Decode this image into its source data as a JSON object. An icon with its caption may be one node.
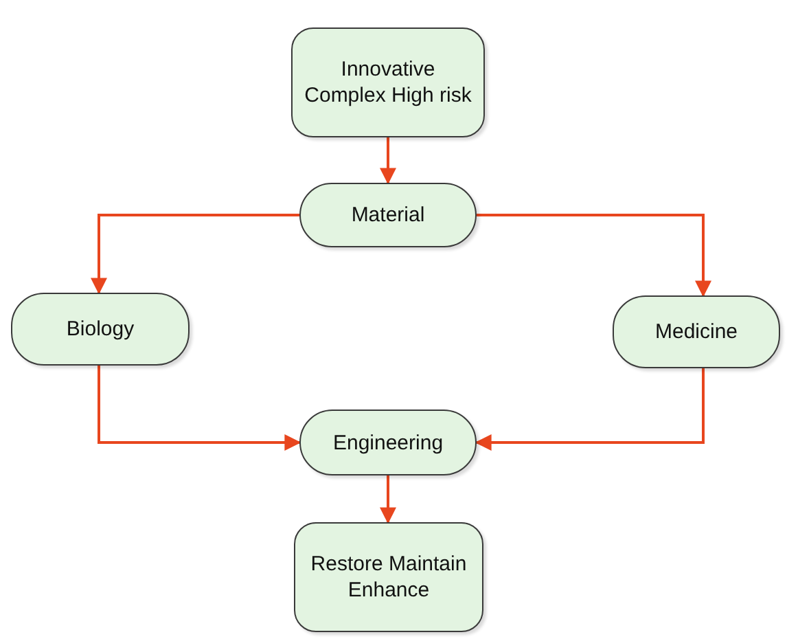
{
  "diagram": {
    "nodes": [
      {
        "text": [
          "Innovative Complex High risk"
        ]
      },
      {
        "text": [
          "Material"
        ]
      },
      {
        "text": [
          "Biology"
        ]
      },
      {
        "text": [
          "Medicine"
        ]
      },
      {
        "text": [
          "Engineering"
        ]
      },
      {
        "text": [
          "Restore Maintain Enhance"
        ]
      }
    ],
    "edges": [
      {
        "from": 0,
        "to": 1,
        "arrow": "to"
      },
      {
        "from": 1,
        "to": 2,
        "arrow": "to"
      },
      {
        "from": 1,
        "to": 3,
        "arrow": "to"
      },
      {
        "from": 2,
        "to": 4,
        "arrow": "to"
      },
      {
        "from": 3,
        "to": 4,
        "arrow": "to"
      },
      {
        "from": 4,
        "to": 5,
        "arrow": "to"
      }
    ]
  }
}
